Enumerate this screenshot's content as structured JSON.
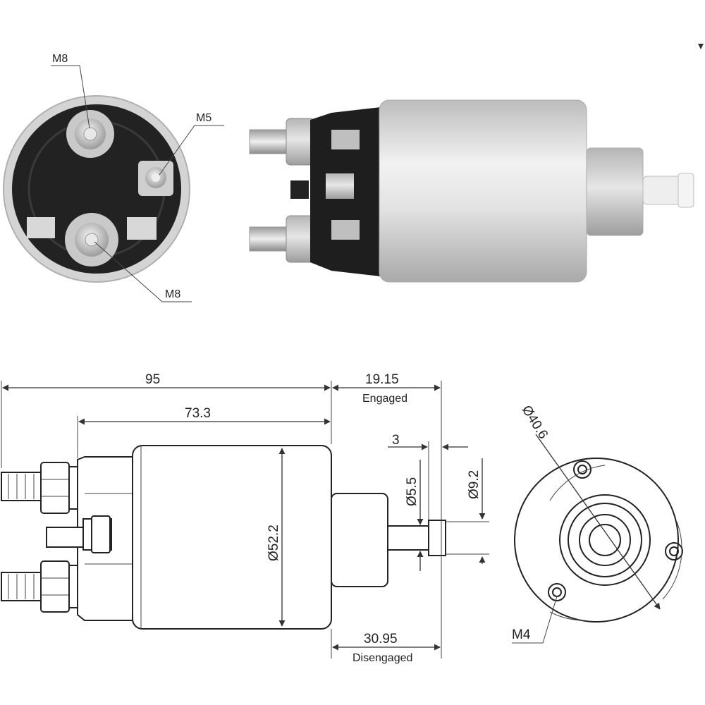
{
  "photos": {
    "end_view": {
      "labels": {
        "top_stud": "M8",
        "small_stud": "M5",
        "bottom_stud": "M8"
      }
    }
  },
  "drawing": {
    "dimensions": {
      "overall_length": "95",
      "body_length": "73.3",
      "engaged_travel": "19.15",
      "engaged_label": "Engaged",
      "disengaged_travel": "30.95",
      "disengaged_label": "Disengaged",
      "plunger_step": "3",
      "shaft_diameter": "Ø5.5",
      "plunger_tip_diameter": "Ø9.2",
      "body_diameter": "Ø52.2",
      "bolt_circle_diameter": "Ø40.6",
      "mounting_thread": "M4"
    }
  },
  "colors": {
    "line": "#222222",
    "body_silver": "#d9d9d9",
    "terminal_black": "#1e1e1e",
    "background": "#ffffff"
  }
}
